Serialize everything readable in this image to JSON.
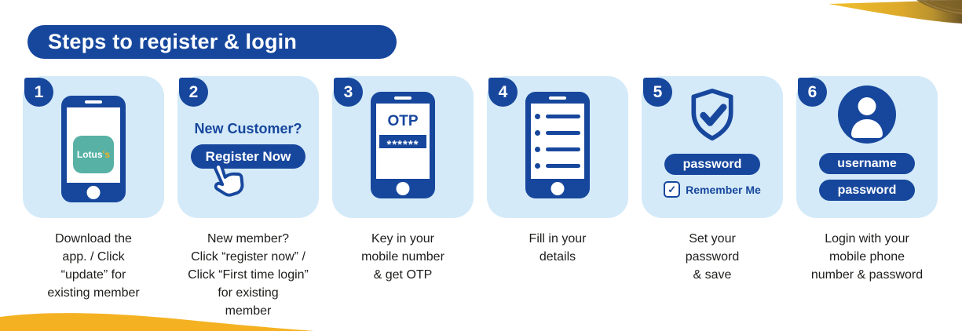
{
  "header": {
    "title": "Steps to register & login"
  },
  "icons": {
    "check": "✓"
  },
  "brand": {
    "app_name_main": "Lotus",
    "app_name_accent": "'s"
  },
  "colors": {
    "dark_blue": "#17479d",
    "card_blue": "#d4eaf8",
    "teal": "#57b1a5",
    "yellow": "#f4b223",
    "text": "#1d1d1b"
  },
  "steps": [
    {
      "number": "1",
      "illustration": "phone-with-lotus-app",
      "caption": "Download the\napp. / Click\n“update” for\nexisting member"
    },
    {
      "number": "2",
      "illustration": "register-now-button-with-hand-pointer",
      "prompt": "New Customer?",
      "button_label": "Register Now",
      "caption": "New member?\nClick “register now” /\nClick “First time login”\nfor existing\nmember"
    },
    {
      "number": "3",
      "illustration": "phone-with-otp-code",
      "otp_label": "OTP",
      "otp_code": "******",
      "caption": "Key in your\nmobile number\n& get OTP"
    },
    {
      "number": "4",
      "illustration": "phone-with-details-list",
      "caption": "Fill in your\ndetails"
    },
    {
      "number": "5",
      "illustration": "shield-check-password",
      "password_label": "password",
      "remember_label": "Remember Me",
      "caption": "Set your\npassword\n& save"
    },
    {
      "number": "6",
      "illustration": "user-avatar-login-fields",
      "username_label": "username",
      "password_label": "password",
      "caption": "Login with your\nmobile phone\nnumber & password"
    }
  ]
}
